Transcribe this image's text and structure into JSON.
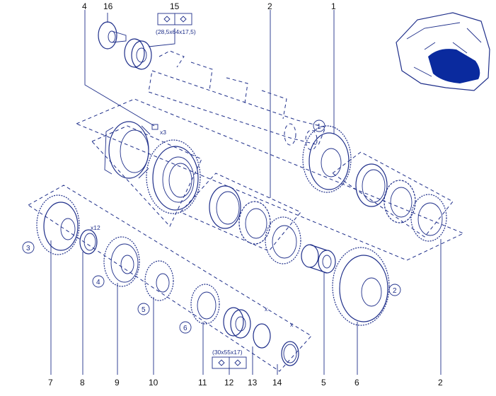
{
  "callouts": [
    {
      "num": "16"
    },
    {
      "num": "4"
    },
    {
      "num": "15"
    },
    {
      "num": "2"
    },
    {
      "num": "1"
    },
    {
      "num": "7"
    },
    {
      "num": "8"
    },
    {
      "num": "9"
    },
    {
      "num": "10"
    },
    {
      "num": "11"
    },
    {
      "num": "12"
    },
    {
      "num": "13"
    },
    {
      "num": "14"
    },
    {
      "num": "5"
    },
    {
      "num": "6"
    },
    {
      "num": "2"
    }
  ],
  "circle_markers": [
    "1",
    "2",
    "3",
    "4",
    "5",
    "6"
  ],
  "dimensions": {
    "bearing_15": "(28,5x64x17,5)",
    "bearing_12": "(30x55x17)"
  },
  "qty_marks": {
    "pin_qty": "x3",
    "ring_qty": "x12",
    "shim_x": "x"
  },
  "colors": {
    "line": "#1f2f8a",
    "highlight": "#0a2a9e"
  },
  "icons": [
    "bearing-symbol-icon",
    "transmission-thumbnail"
  ]
}
